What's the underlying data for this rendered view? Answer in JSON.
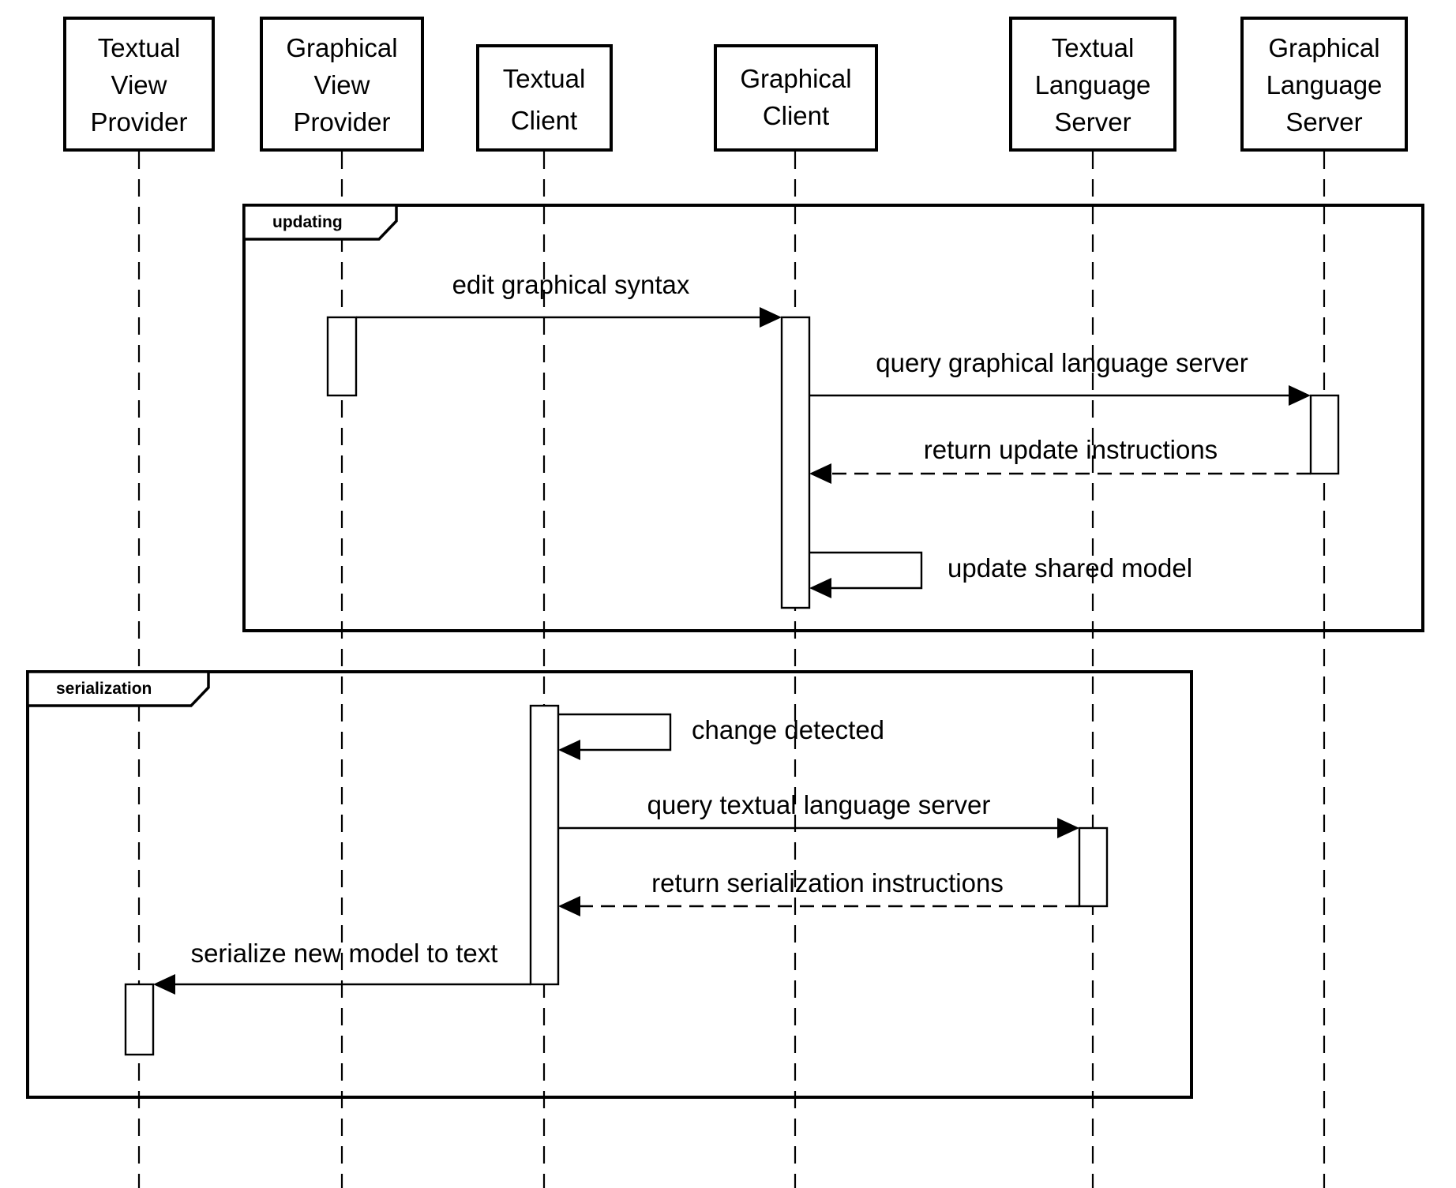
{
  "participants": [
    {
      "id": "tvp",
      "lines": [
        "Textual",
        "View",
        "Provider"
      ]
    },
    {
      "id": "gvp",
      "lines": [
        "Graphical",
        "View",
        "Provider"
      ]
    },
    {
      "id": "tc",
      "lines": [
        "Textual",
        "Client"
      ]
    },
    {
      "id": "gc",
      "lines": [
        "Graphical",
        "Client"
      ]
    },
    {
      "id": "tls",
      "lines": [
        "Textual",
        "Language",
        "Server"
      ]
    },
    {
      "id": "gls",
      "lines": [
        "Graphical",
        "Language",
        "Server"
      ]
    }
  ],
  "frames": [
    {
      "id": "updating",
      "label": "updating"
    },
    {
      "id": "serialization",
      "label": "serialization"
    }
  ],
  "messages": [
    {
      "id": "m1",
      "from": "gvp",
      "to": "gc",
      "label": "edit graphical syntax",
      "style": "solid"
    },
    {
      "id": "m2",
      "from": "gc",
      "to": "gls",
      "label": "query graphical language server",
      "style": "solid"
    },
    {
      "id": "m3",
      "from": "gls",
      "to": "gc",
      "label": "return update instructions",
      "style": "dashed"
    },
    {
      "id": "m4",
      "from": "gc",
      "to": "gc",
      "label": "update shared model",
      "style": "solid"
    },
    {
      "id": "m5",
      "from": "tc",
      "to": "tc",
      "label": "change detected",
      "style": "solid"
    },
    {
      "id": "m6",
      "from": "tc",
      "to": "tls",
      "label": "query textual language server",
      "style": "solid"
    },
    {
      "id": "m7",
      "from": "tls",
      "to": "tc",
      "label": "return serialization instructions",
      "style": "dashed"
    },
    {
      "id": "m8",
      "from": "tc",
      "to": "tvp",
      "label": "serialize new model to text",
      "style": "solid"
    }
  ]
}
